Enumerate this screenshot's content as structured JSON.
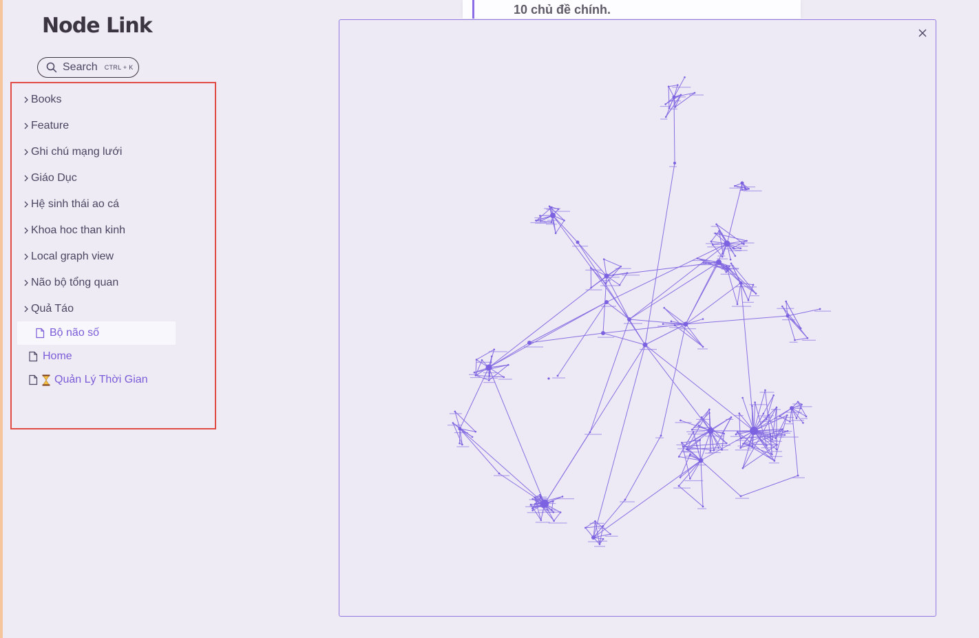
{
  "site": {
    "title": "Node Link"
  },
  "search": {
    "label": "Search",
    "shortcut": "CTRL + K"
  },
  "explorer": {
    "folders": [
      {
        "label": "Books"
      },
      {
        "label": "Feature"
      },
      {
        "label": "Ghi chú mạng lưới"
      },
      {
        "label": "Giáo Dục"
      },
      {
        "label": "Hệ sinh thái ao cá"
      },
      {
        "label": "Khoa hoc than kinh"
      },
      {
        "label": "Local graph view"
      },
      {
        "label": "Não bộ tổng quan"
      },
      {
        "label": "Quả Táo"
      }
    ],
    "nested_file": {
      "label": "Bộ não số"
    },
    "files": [
      {
        "label": "Home"
      },
      {
        "label": "Quản Lý Thời Gian"
      }
    ]
  },
  "note": {
    "text": "10 chủ đề chính."
  },
  "graph": {
    "accent": "#7c62e0",
    "close_icon": "close-icon"
  }
}
